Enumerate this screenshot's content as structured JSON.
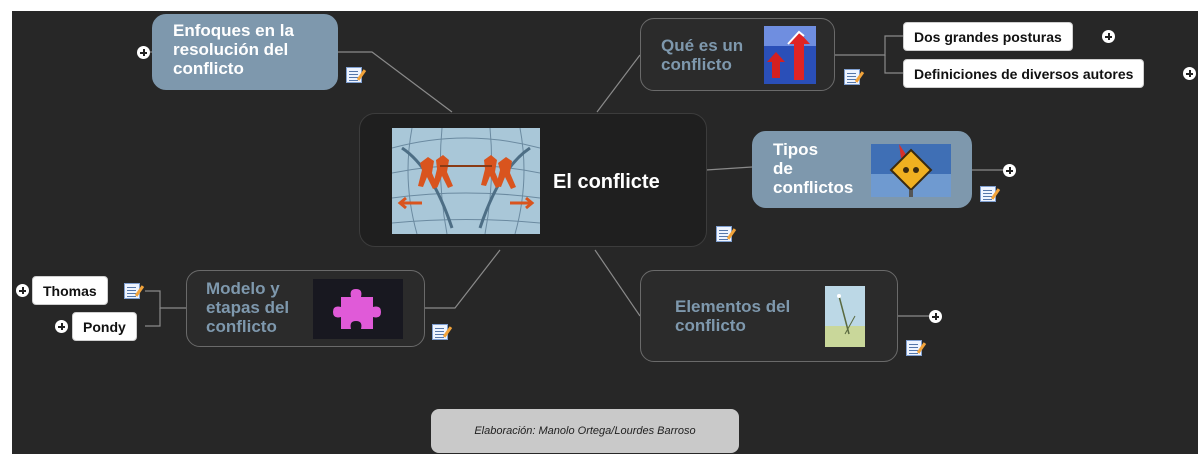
{
  "center": {
    "label": "El conflicte",
    "image": "map-figures-tugging-image"
  },
  "branches": {
    "enfoques": {
      "label": "Enfoques en la\nresolución del\nconflicto"
    },
    "que_es": {
      "label": "Qué es un\nconflicto",
      "image": "red-arrows-image"
    },
    "tipos": {
      "label": "Tipos\nde\nconflictos",
      "image": "warning-sign-image"
    },
    "elementos": {
      "label": "Elementos del\nconflicto",
      "image": "sky-plant-image"
    },
    "modelo": {
      "label": "Modelo y\netapas del\nconflicto",
      "image": "puzzle-piece-image"
    }
  },
  "leaves": {
    "dos_posturas": "Dos grandes posturas",
    "definiciones": "Definiciones de diversos autores",
    "thomas": "Thomas",
    "pondy": "Pondy"
  },
  "footer": {
    "text": "Elaboración: Manolo Ortega/Lourdes Barroso"
  },
  "colors": {
    "background": "#272727",
    "node_blue": "#7e98ad",
    "node_text_muted": "#7e98ad",
    "footer_bg": "#c9c9c9"
  },
  "icons": {
    "expand": "plus-circle-icon",
    "note": "note-pencil-icon"
  }
}
